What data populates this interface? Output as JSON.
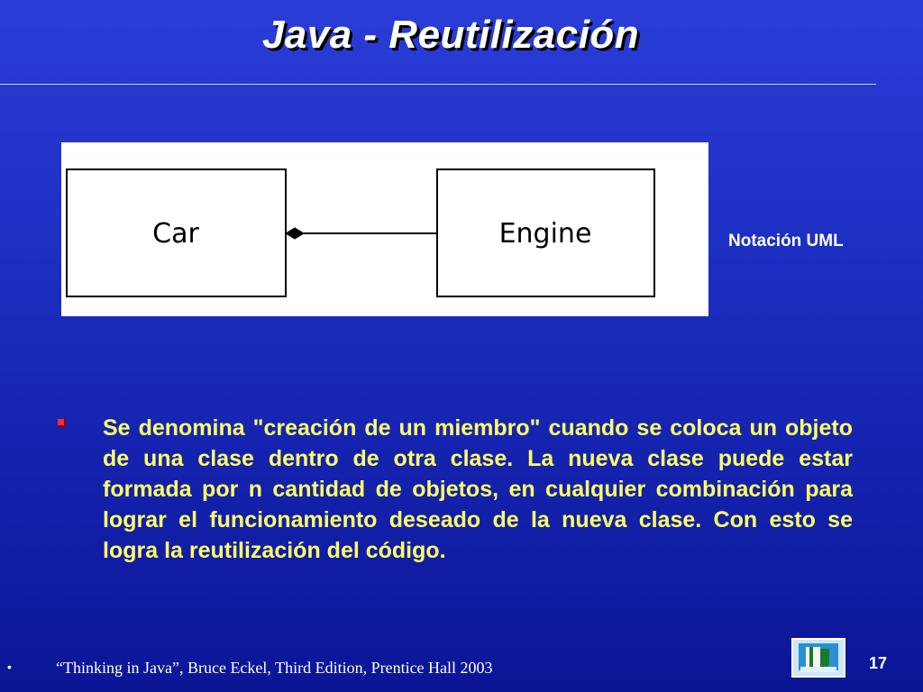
{
  "slide": {
    "title": "Java - Reutilización",
    "page_number": "17"
  },
  "diagram": {
    "class_a": "Car",
    "class_b": "Engine",
    "relationship": "composition",
    "notation_label": "Notación UML"
  },
  "bullet": {
    "text": "Se denomina \"creación de un miembro\" cuando se coloca un objeto de una clase dentro de otra clase. La nueva clase puede estar formada por n cantidad de objetos, en cualquier combinación para lograr el funcionamiento deseado de la nueva clase. Con esto se logra la reutilización del código."
  },
  "footer": {
    "bullet_symbol": "•",
    "reference": "“Thinking in Java”, Bruce Eckel, Third Edition, Prentice Hall 2003"
  },
  "colors": {
    "background": "#1a2bbd",
    "title": "#ffffff",
    "body_text": "#ffff66",
    "bullet_marker": "#ff2a2a"
  },
  "icons": {
    "logo": "institution-logo-icon"
  }
}
